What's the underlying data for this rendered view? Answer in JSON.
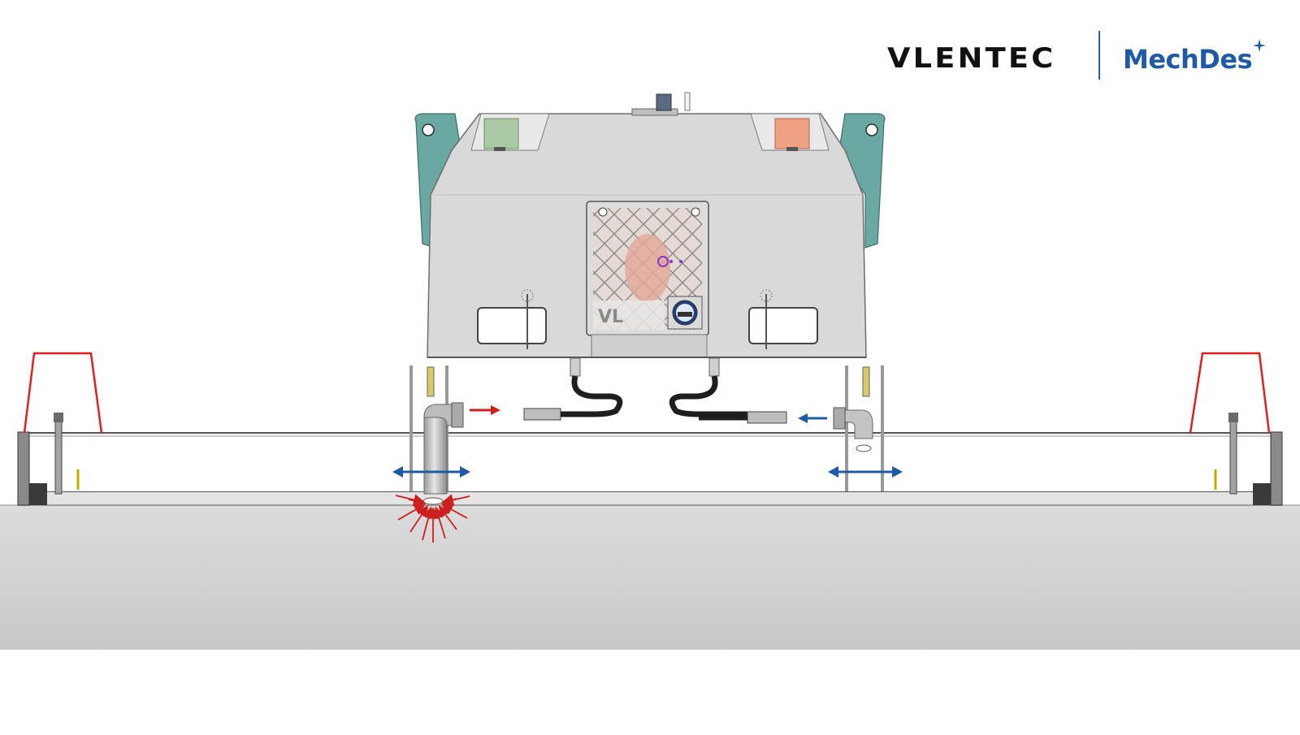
{
  "logos": {
    "left_brand": "VLENTEC",
    "right_brand": "MechDes"
  },
  "machine": {
    "badge_text": "VL",
    "left_lamp_color": "#a9c9a4",
    "right_lamp_color": "#f0a184",
    "side_plate_color": "#6aa9a3",
    "body_color": "#d9d9d9"
  },
  "arrows": {
    "suction_color": "#cc1f1f",
    "movement_color": "#1f5aa6"
  },
  "icons": [
    "lift-eye-icon",
    "gauge-icon",
    "suction-arrows-icon",
    "flow-arrow-icon",
    "double-arrow-icon"
  ]
}
